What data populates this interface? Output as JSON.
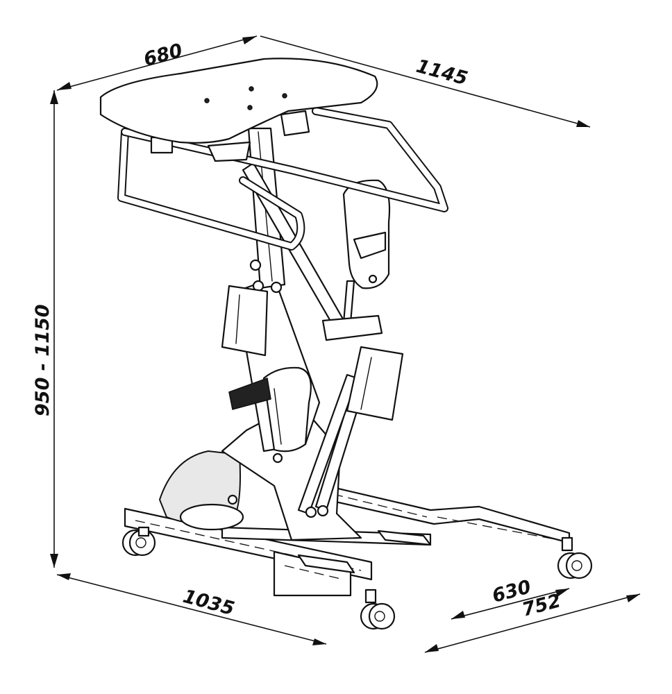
{
  "dimensions": {
    "top_width": "680",
    "top_length": "1145",
    "height": "950 - 1150",
    "base_length": "1035",
    "base_width_inner": "630",
    "base_width_outer": "752"
  },
  "icons": {
    "product": "standing-frame-icon"
  }
}
